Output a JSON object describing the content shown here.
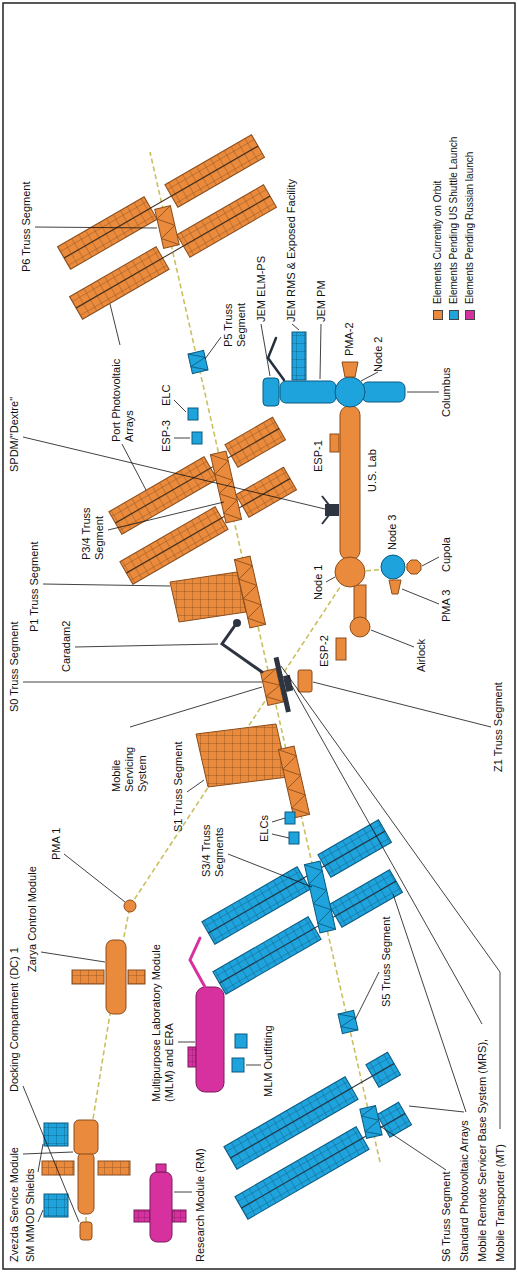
{
  "diagram": {
    "labels": [
      "Zvezda Service Module",
      "SM MMOD Shields",
      "Research Module (RM)",
      "Multipurpose Laboratory Module (MLM) and ERA",
      "MLM Outfitting",
      "Docking Compartment (DC) 1",
      "Zarya Control Module",
      "PMA 1",
      "S6 Truss Segment",
      "S5 Truss Segment",
      "Standard Photovoltaic Arrays",
      "Mobile Remote Servicer Base System (MRS),",
      "Mobile Transporter (MT)",
      "Z1 Truss Segment",
      "ELCs",
      "S3/4 Truss Segments",
      "S1 Truss Segment",
      "Mobile Servicing System",
      "S0 Truss Segment",
      "P1 Truss Segment",
      "Caradam2",
      "SPDM/\"Dextre\"",
      "Airlock",
      "ESP-2",
      "Node 1",
      "PMA 3",
      "Node 3",
      "Cupola",
      "U.S. Lab",
      "ESP-1",
      "Columbus",
      "Node 2",
      "PMA-2",
      "JEM PM",
      "JEM RMS & Exposed Facility",
      "JEM ELM-PS",
      "P3/4 Truss Segment",
      "ESP-3",
      "ELC",
      "Port Photovoltaic Arrays",
      "P5 Truss Segment",
      "P6 Truss Segment"
    ],
    "legend": [
      {
        "text": "Elements Currently on Orbit",
        "color": "#ea8a3c"
      },
      {
        "text": "Elements Pending US Shuttle Launch",
        "color": "#1fa3dc"
      },
      {
        "text": "Elements Pending Russian launch",
        "color": "#d7309f"
      }
    ]
  }
}
